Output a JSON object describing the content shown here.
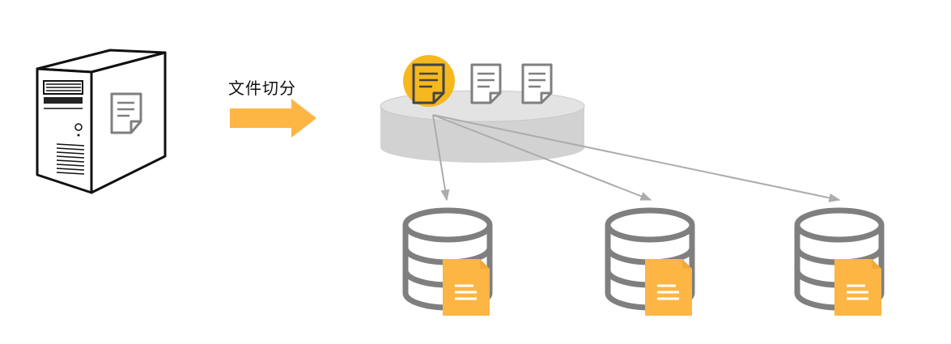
{
  "diagram": {
    "arrow_label": "文件切分",
    "colors": {
      "accent": "#FDB544",
      "accent_dark": "#F3A93A",
      "ring": "#F6B81E",
      "storage_fill": "#D2D2D2",
      "storage_top": "#E3E3E3",
      "icon_gray": "#7F7F7F",
      "line_gray": "#ACACAC",
      "outline": "#111111"
    },
    "nodes": {
      "source": {
        "icon": "server-tower-icon"
      },
      "storage": {
        "icon": "storage-cylinder-icon",
        "blocks": 3,
        "highlighted_block": 1
      },
      "targets": [
        {
          "icon": "database-icon",
          "file_icon": "document-icon"
        },
        {
          "icon": "database-icon",
          "file_icon": "document-icon"
        },
        {
          "icon": "database-icon",
          "file_icon": "document-icon"
        }
      ]
    }
  }
}
